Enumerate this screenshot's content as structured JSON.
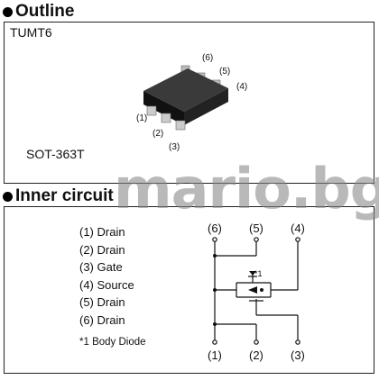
{
  "sections": {
    "outline": {
      "title": "Outline",
      "package_name": "TUMT6",
      "package_code": "SOT-363T",
      "pin_labels": [
        "(1)",
        "(2)",
        "(3)",
        "(4)",
        "(5)",
        "(6)"
      ]
    },
    "inner_circuit": {
      "title": "Inner circuit",
      "pins": [
        "(1) Drain",
        "(2) Drain",
        "(3) Gate",
        "(4) Source",
        "(5) Drain",
        "(6) Drain"
      ],
      "footnote": "*1 Body Diode",
      "diode_marker": "*1",
      "terminals_top": [
        "(6)",
        "(5)",
        "(4)"
      ],
      "terminals_bottom": [
        "(1)",
        "(2)",
        "(3)"
      ]
    }
  },
  "watermark": "mario.bg"
}
